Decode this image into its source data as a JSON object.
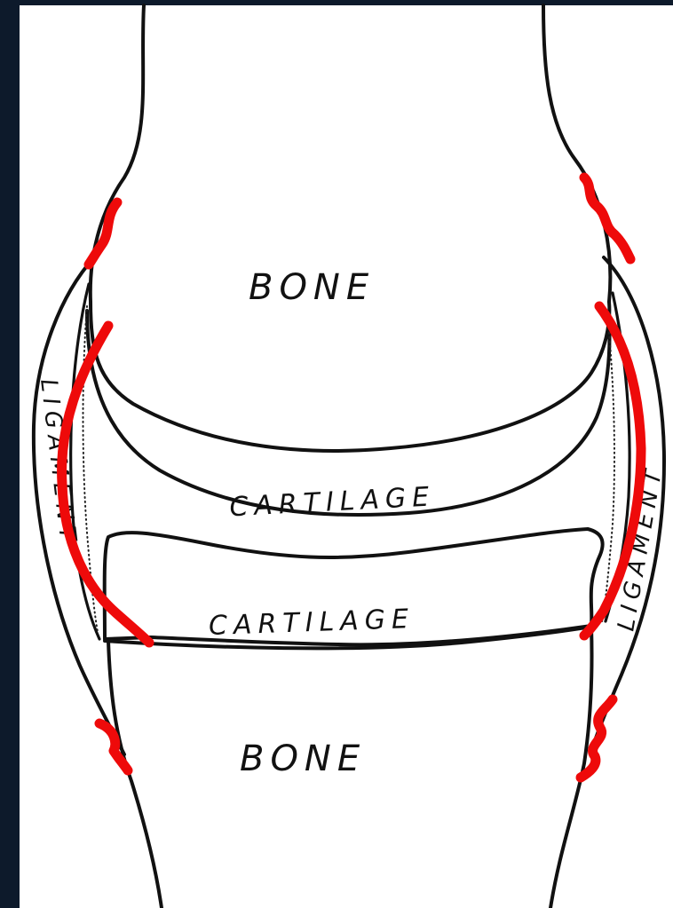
{
  "diagram": {
    "labels": {
      "bone_top": "BONE",
      "bone_bottom": "BONE",
      "cartilage_top": "CARTILAGE",
      "cartilage_bottom": "CARTILAGE",
      "ligament_left": "LIGAMENT",
      "ligament_right": "LIGAMENT"
    },
    "colors": {
      "background": "#0d1a2b",
      "paper": "#ffffff",
      "ink": "#111111",
      "highlight": "#ee0a0a"
    }
  }
}
